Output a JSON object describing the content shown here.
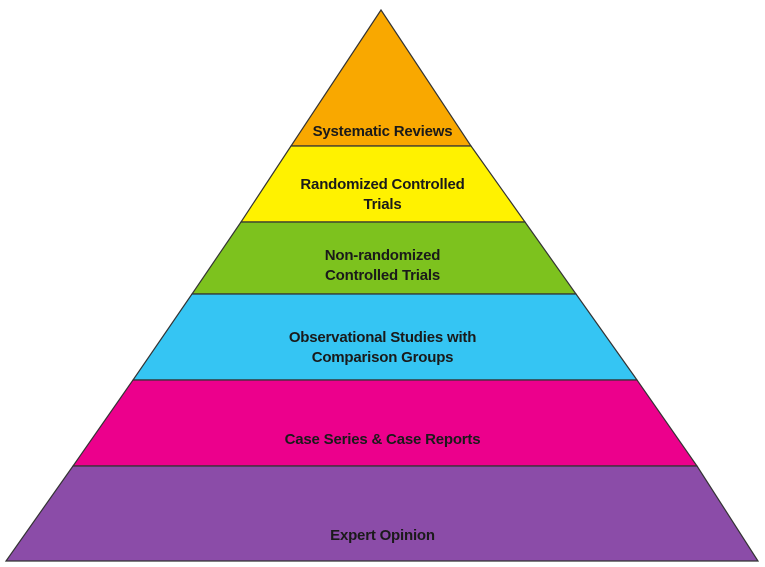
{
  "pyramid": {
    "tiers": [
      {
        "lines": [
          "Systematic Reviews"
        ],
        "color": "#F9A800"
      },
      {
        "lines": [
          "Randomized Controlled",
          "Trials"
        ],
        "color": "#FFF200"
      },
      {
        "lines": [
          "Non-randomized",
          "Controlled Trials"
        ],
        "color": "#7DC21E"
      },
      {
        "lines": [
          "Observational Studies with",
          "Comparison Groups"
        ],
        "color": "#35C5F3"
      },
      {
        "lines": [
          "Case Series & Case Reports"
        ],
        "color": "#EC008C"
      },
      {
        "lines": [
          "Expert Opinion"
        ],
        "color": "#8B4CA8"
      }
    ],
    "outline_color": "#333333"
  }
}
